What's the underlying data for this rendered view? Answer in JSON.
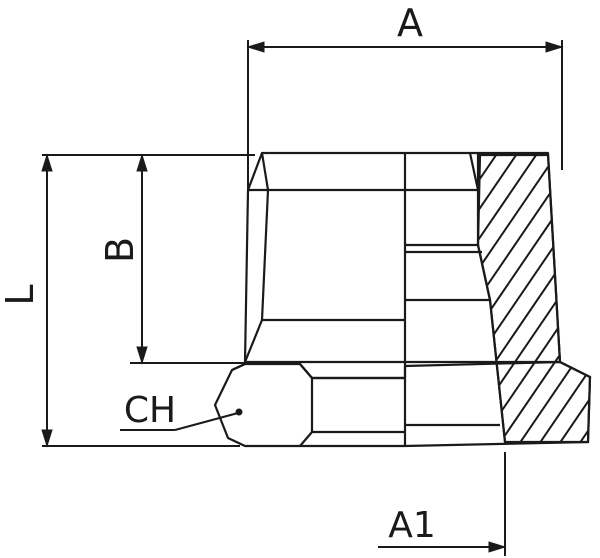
{
  "labels": {
    "a": "A",
    "b": "B",
    "l": "L",
    "ch": "CH",
    "a1": "A1"
  },
  "colors": {
    "ink": "#1a1a1a",
    "background": "#ffffff"
  }
}
